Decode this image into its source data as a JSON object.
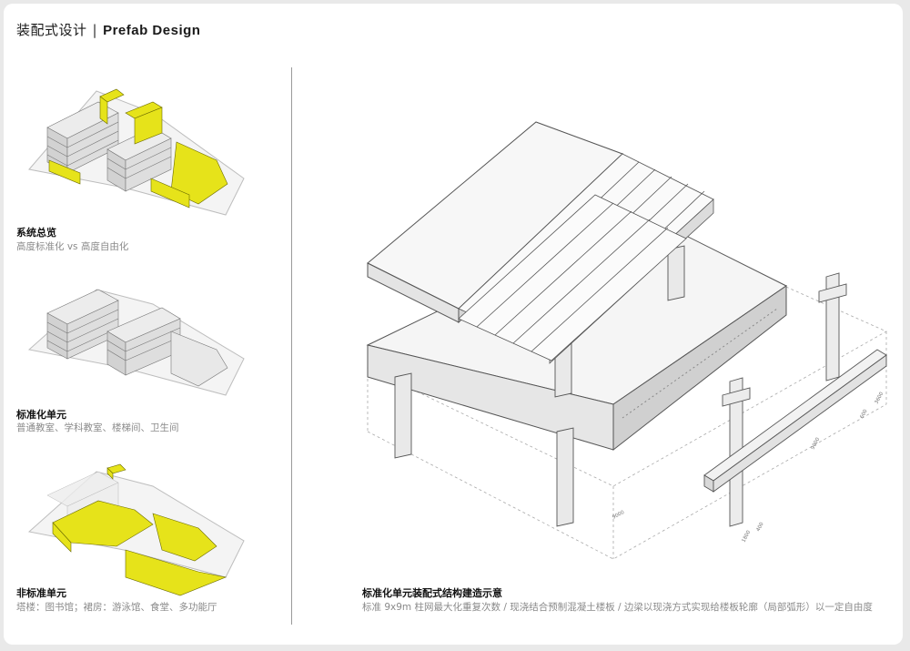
{
  "header": {
    "title_cn": "装配式设计",
    "separator": "|",
    "title_en": "Prefab Design"
  },
  "panels": [
    {
      "title": "系统总览",
      "subtitle": "高度标准化 vs 高度自由化"
    },
    {
      "title": "标准化单元",
      "subtitle": "普通教室、学科教室、楼梯间、卫生间"
    },
    {
      "title": "非标准单元",
      "subtitle": "塔楼：图书馆；裙房：游泳馆、食堂、多功能厅"
    }
  ],
  "main_diagram": {
    "title": "标准化单元装配式结构建造示意",
    "subtitle": "标准 9x9m 柱网最大化重复次数 / 现浇结合预制混凝土楼板 / 边梁以现浇方式实现给楼板轮廓（局部弧形）以一定自由度",
    "dimensions": {
      "span_x": "9000",
      "span_y": "9000",
      "floor_h": "3600",
      "slab": "600",
      "beam_a": "400",
      "beam_b": "1800"
    }
  },
  "colors": {
    "highlight": "#e6e31a",
    "massing": "#d9d9d9",
    "line": "#555555"
  }
}
